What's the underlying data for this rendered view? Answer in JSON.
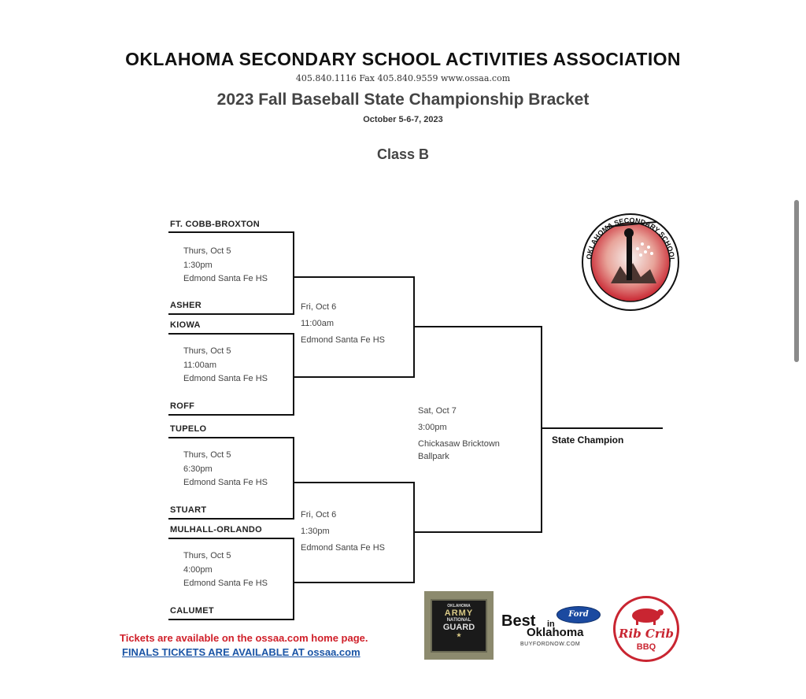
{
  "header": {
    "org": "OKLAHOMA SECONDARY SCHOOL ACTIVITIES ASSOCIATION",
    "contact": "405.840.1116   Fax 405.840.9559  www.ossaa.com",
    "title": "2023 Fall Baseball State Championship Bracket",
    "dates": "October 5-6-7, 2023",
    "class_name": "Class B"
  },
  "bracket": {
    "round1": [
      {
        "top_team": "FT. COBB-BROXTON",
        "bottom_team": "ASHER",
        "day": "Thurs, Oct 5",
        "time": "1:30pm",
        "venue": "Edmond Santa Fe HS"
      },
      {
        "top_team": "KIOWA",
        "bottom_team": "ROFF",
        "day": "Thurs, Oct 5",
        "time": "11:00am",
        "venue": "Edmond Santa Fe HS"
      },
      {
        "top_team": "TUPELO",
        "bottom_team": "STUART",
        "day": "Thurs, Oct 5",
        "time": "6:30pm",
        "venue": "Edmond Santa Fe HS"
      },
      {
        "top_team": "MULHALL-ORLANDO",
        "bottom_team": "CALUMET",
        "day": "Thurs, Oct 5",
        "time": "4:00pm",
        "venue": "Edmond Santa Fe HS"
      }
    ],
    "semis": [
      {
        "day": "Fri, Oct 6",
        "time": "11:00am",
        "venue": "Edmond Santa Fe HS"
      },
      {
        "day": "Fri, Oct 6",
        "time": "1:30pm",
        "venue": "Edmond Santa Fe HS"
      }
    ],
    "final": {
      "day": "Sat, Oct 7",
      "time": "3:00pm",
      "venue_line1": "Chickasaw Bricktown",
      "venue_line2": "Ballpark"
    },
    "champion_label": "State Champion"
  },
  "footer": {
    "tickets_note": "Tickets are available on the ossaa.com home page.",
    "finals_tickets": "FINALS TICKETS ARE AVAILABLE AT ossaa.com"
  },
  "logos": {
    "ossaa_seal_text": "OKLAHOMA SECONDARY SCHOOL ACTIVITIES ASSOCIATION",
    "army_line1": "OKLAHOMA",
    "army_line2": "ARMY",
    "army_line3": "NATIONAL",
    "army_line4": "GUARD",
    "best_word": "Best",
    "best_in": "in",
    "best_state": "Oklahoma",
    "best_url": "BUYFORDNOW.COM",
    "ford_word": "Ford",
    "ribcrib_line1": "Rib Crib",
    "ribcrib_line2": "BBQ"
  },
  "colors": {
    "tickets_red": "#d0202a",
    "link_blue": "#1b55a6",
    "seal_red": "#c92531"
  }
}
